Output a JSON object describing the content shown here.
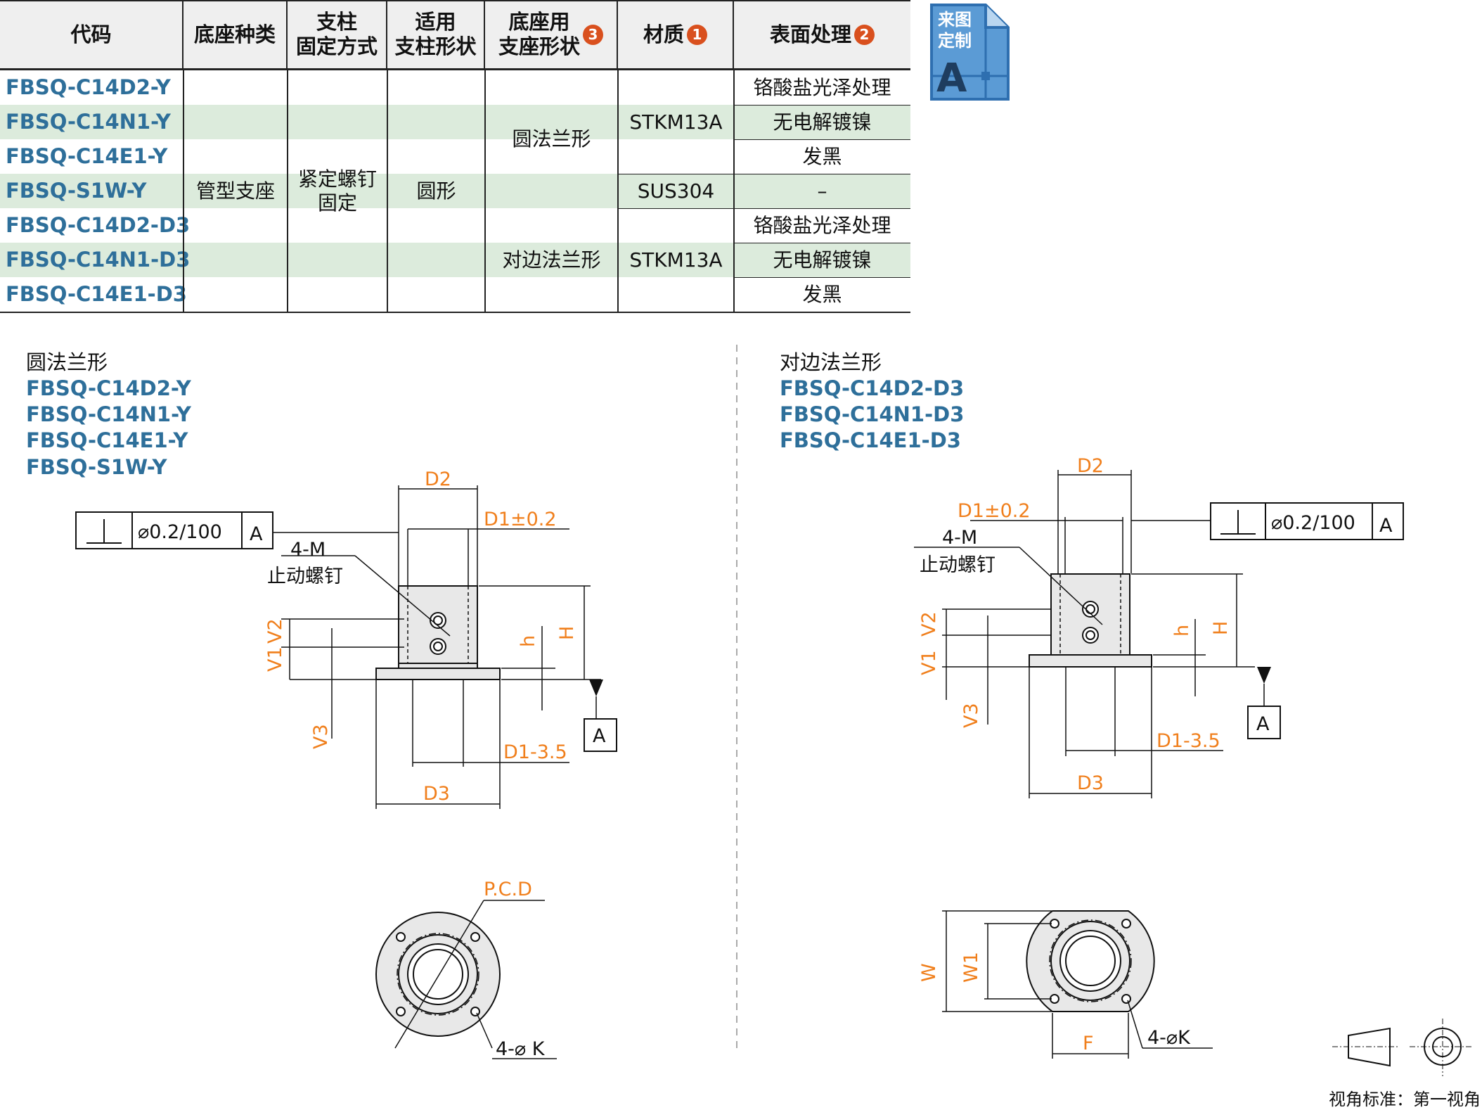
{
  "table": {
    "headers": [
      "代码",
      "底座种类",
      "支柱\n固定方式",
      "适用\n支柱形状",
      "底座用\n支座形状",
      "材质",
      "表面处理"
    ],
    "header_badges": {
      "base_shape": "3",
      "material": "1",
      "surface": "2"
    },
    "codes": [
      "FBSQ-C14D2-Y",
      "FBSQ-C14N1-Y",
      "FBSQ-C14E1-Y",
      "FBSQ-S1W-Y",
      "FBSQ-C14D2-D3",
      "FBSQ-C14N1-D3",
      "FBSQ-C14E1-D3"
    ],
    "base_type": "管型支座",
    "fix_method": "紧定螺钉\n固定",
    "post_shape": "圆形",
    "base_shape_round": "圆法兰形",
    "base_shape_flat": "对边法兰形",
    "materials": [
      "STKM13A",
      "SUS304",
      "STKM13A"
    ],
    "surfaces": [
      "铬酸盐光泽处理",
      "无电解镀镍",
      "发黑",
      "–",
      "铬酸盐光泽处理",
      "无电解镀镍",
      "发黑"
    ]
  },
  "custom_badge": {
    "line1": "来图",
    "line2": "定制",
    "letter": "A"
  },
  "left_drawing": {
    "title": "圆法兰形",
    "models": [
      "FBSQ-C14D2-Y",
      "FBSQ-C14N1-Y",
      "FBSQ-C14E1-Y",
      "FBSQ-S1W-Y"
    ],
    "tolerance": "⌀0.2/100",
    "datum": "A",
    "labels": {
      "d2": "D2",
      "d1": "D1±0.2",
      "m": "4-M",
      "stop_screw": "止动螺钉",
      "v1": "V1",
      "v2": "V2",
      "v3": "V3",
      "h_small": "h",
      "h_big": "H",
      "d1_minus": "D1-3.5",
      "d3": "D3",
      "pcd": "P.C.D",
      "k": "4-⌀ K"
    }
  },
  "right_drawing": {
    "title": "对边法兰形",
    "models": [
      "FBSQ-C14D2-D3",
      "FBSQ-C14N1-D3",
      "FBSQ-C14E1-D3"
    ],
    "tolerance": "⌀0.2/100",
    "datum": "A",
    "labels": {
      "d2": "D2",
      "d1": "D1±0.2",
      "m": "4-M",
      "stop_screw": "止动螺钉",
      "v1": "V1",
      "v2": "V2",
      "v3": "V3",
      "h_small": "h",
      "h_big": "H",
      "d1_minus": "D1-3.5",
      "d3": "D3",
      "w": "W",
      "w1": "W1",
      "f": "F",
      "k": "4-⌀K"
    }
  },
  "view_standard": "视角标准：第一视角"
}
